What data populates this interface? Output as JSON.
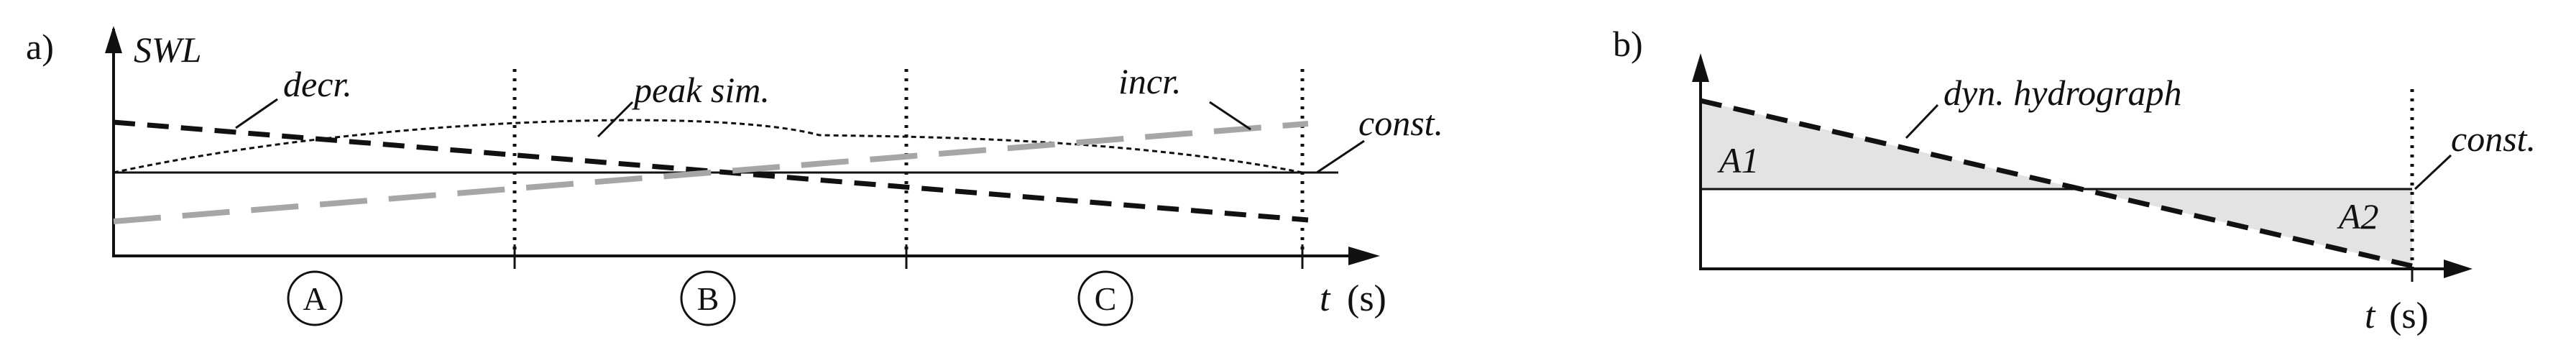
{
  "panel_a": {
    "label": "a)",
    "y_axis_label": "SWL",
    "x_axis_var": "t",
    "x_axis_unit": "(s)",
    "curve_labels": {
      "decr": "decr.",
      "peak": "peak sim.",
      "incr": "incr.",
      "const": "const."
    },
    "segments": [
      "A",
      "B",
      "C"
    ]
  },
  "panel_b": {
    "label": "b)",
    "curve_labels": {
      "dyn": "dyn. hydrograph",
      "const": "const."
    },
    "area_labels": [
      "A1",
      "A2"
    ],
    "x_axis_var": "t",
    "x_axis_unit": "(s)"
  },
  "colors": {
    "line": "#111111",
    "dashed_gray": "#a6a6a6",
    "area_fill": "#e3e3e3"
  }
}
